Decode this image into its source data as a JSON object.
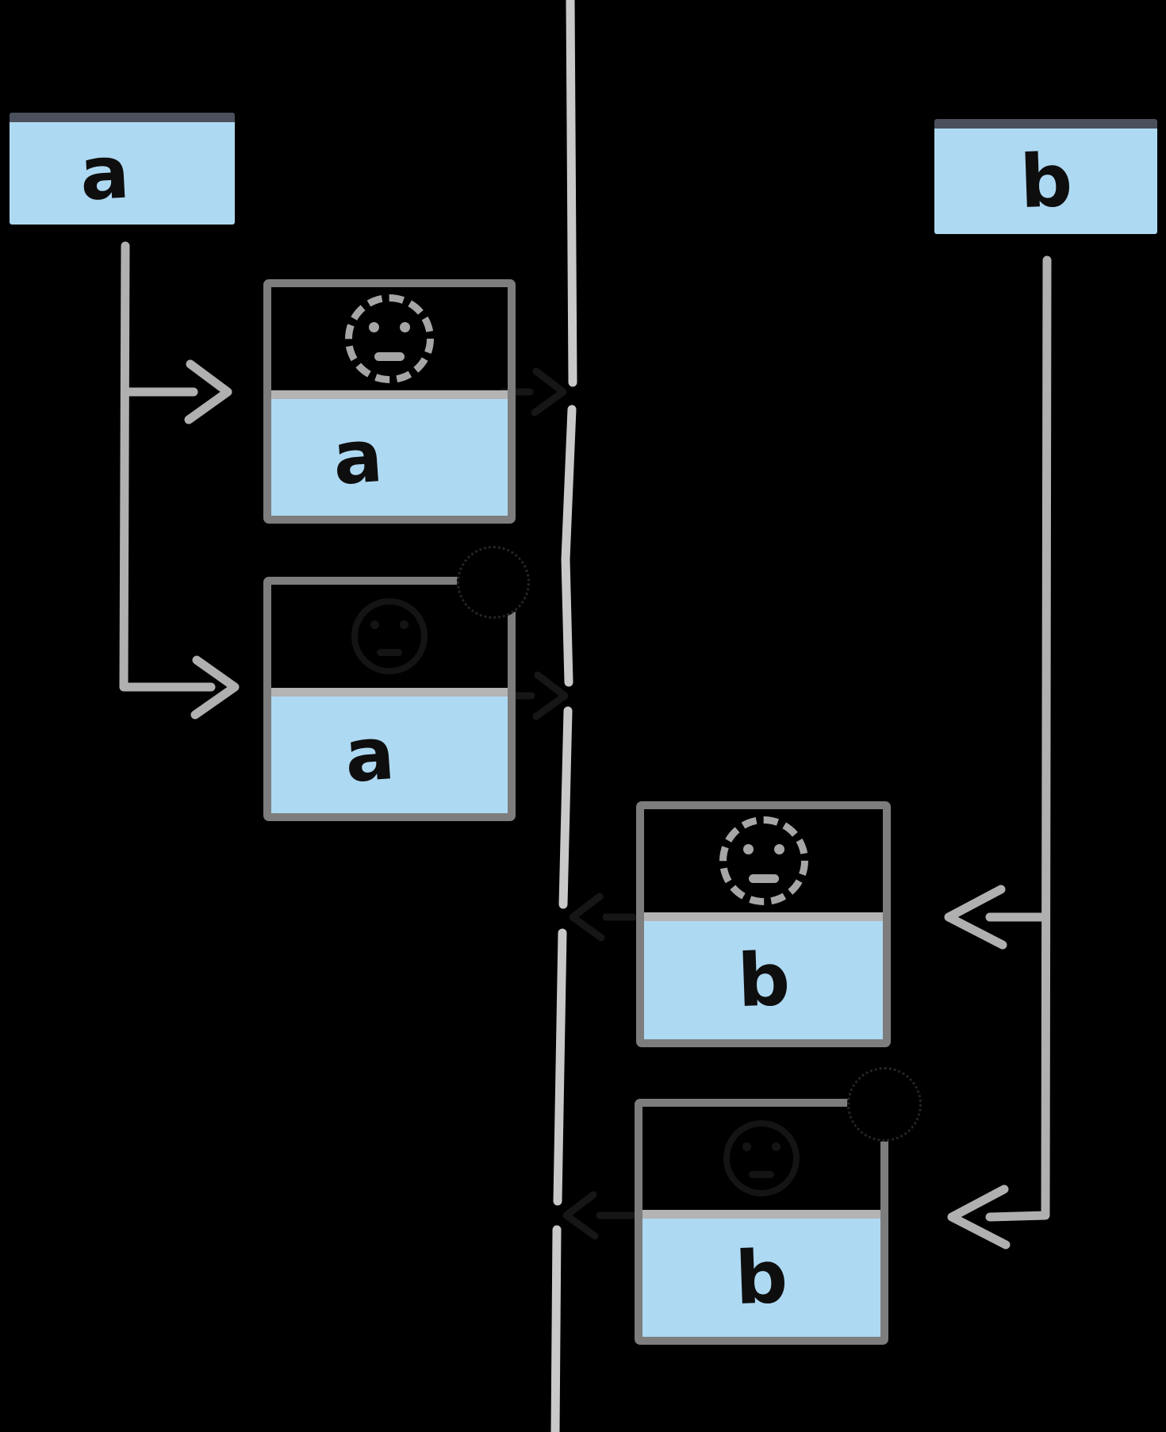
{
  "diagram": {
    "background": "#000000",
    "source_boxes": [
      {
        "label": "a",
        "side": "left"
      },
      {
        "label": "b",
        "side": "right"
      }
    ],
    "cards": [
      {
        "label": "a",
        "state": "pending",
        "icon": "dashed-face-icon"
      },
      {
        "label": "a",
        "state": "loaded",
        "icon": "hidden-face-icon",
        "badge": "black-badge-icon"
      },
      {
        "label": "b",
        "state": "pending",
        "icon": "dashed-face-icon"
      },
      {
        "label": "b",
        "state": "loaded",
        "icon": "hidden-face-icon",
        "badge": "black-badge-icon"
      }
    ],
    "colors": {
      "card_fill": "#aed9f2",
      "header_bar": "#4a505c",
      "card_border": "#7d7d7d",
      "divider": "#b4b4b4",
      "pending_icon": "#a6a6a6",
      "connector_arrow": "#b0b0b0",
      "timeline": "#c9c9c9",
      "letter_ink": "#0e0e0e"
    }
  }
}
